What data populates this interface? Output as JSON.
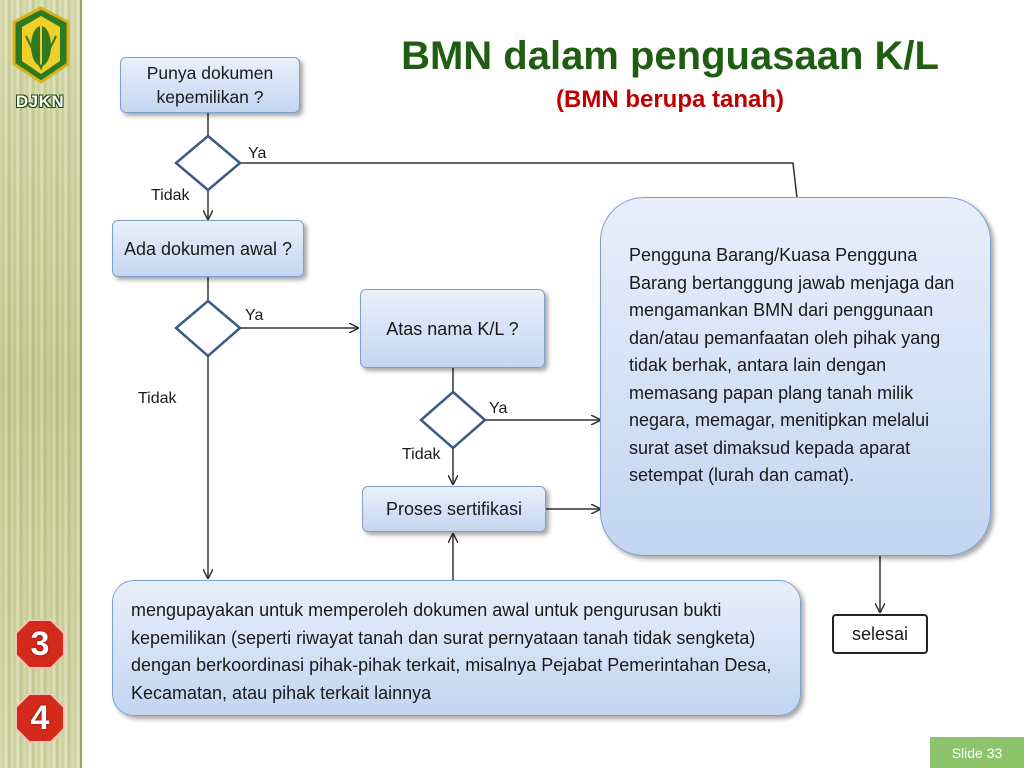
{
  "header": {
    "title": "BMN dalam penguasaan K/L",
    "subtitle": "(BMN berupa  tanah)"
  },
  "sidebar": {
    "org": "DJKN",
    "badges": [
      "3",
      "4"
    ]
  },
  "flow": {
    "q1": "Punya dokumen kepemilikan ?",
    "q2": "Ada dokumen awal ?",
    "q3": "Atas nama K/L ?",
    "proses": "Proses sertifikasi",
    "info": "Pengguna Barang/Kuasa Pengguna Barang bertanggung jawab menjaga dan mengamankan BMN dari penggunaan dan/atau pemanfaatan oleh pihak yang tidak berhak, antara lain dengan memasang papan plang tanah milik negara, memagar, menitipkan melalui surat aset dimaksud kepada aparat setempat (lurah dan camat).",
    "bottom": "mengupayakan untuk memperoleh dokumen awal untuk pengurusan bukti kepemilikan (seperti riwayat tanah dan surat pernyataan tanah tidak sengketa) dengan berkoordinasi pihak-pihak terkait, misalnya Pejabat Pemerintahan Desa, Kecamatan, atau pihak terkait lainnya",
    "end": "selesai",
    "labels": {
      "ya1": "Ya",
      "tidak1": "Tidak",
      "ya2": "Ya",
      "tidak2": "Tidak",
      "ya3": "Ya",
      "tidak3": "Tidak"
    }
  },
  "footer": {
    "slide": "Slide 33"
  },
  "colors": {
    "title": "#1f5e12",
    "subtitle": "#c00000",
    "badge": "#d42a1c",
    "slide_tag": "#8dc36b"
  }
}
